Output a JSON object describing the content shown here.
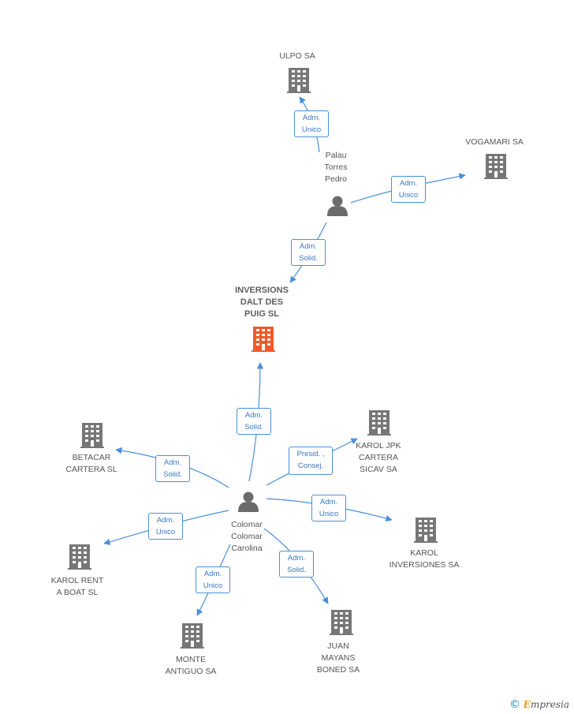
{
  "colors": {
    "edge": "#4a90d9",
    "building": "#777777",
    "focus_building": "#f05a28",
    "person": "#6b6b6b"
  },
  "nodes": {
    "ulpo": {
      "label": "ULPO SA",
      "type": "company"
    },
    "vogamari": {
      "label": "VOGAMARI SA",
      "type": "company"
    },
    "palau": {
      "label": "Palau\nTorres\nPedro",
      "type": "person"
    },
    "inversions": {
      "label": "INVERSIONS\nDALT DES\nPUIG SL",
      "type": "focus-company"
    },
    "betacar": {
      "label": "BETACAR\nCARTERA SL",
      "type": "company"
    },
    "karol_jpk": {
      "label": "KAROL JPK\nCARTERA\nSICAV SA",
      "type": "company"
    },
    "colomar": {
      "label": "Colomar\nColomar\nCarolina",
      "type": "person"
    },
    "karol_inv": {
      "label": "KAROL\nINVERSIONES SA",
      "type": "company"
    },
    "karol_rent": {
      "label": "KAROL RENT\nA BOAT SL",
      "type": "company"
    },
    "monte": {
      "label": "MONTE\nANTIGUO SA",
      "type": "company"
    },
    "juan": {
      "label": "JUAN\nMAYANS\nBONED SA",
      "type": "company"
    }
  },
  "edges": {
    "palau_ulpo": {
      "label": "Adm.\nUnico"
    },
    "palau_vogamari": {
      "label": "Adm.\nUnico"
    },
    "palau_inversions": {
      "label": "Adm.\nSolid."
    },
    "colomar_inversions": {
      "label": "Adm.\nSolid."
    },
    "colomar_betacar": {
      "label": "Adm.\nSolid."
    },
    "colomar_karol_jpk": {
      "label": "Presid. ,\nConsej."
    },
    "colomar_karol_inv": {
      "label": "Adm.\nUnico"
    },
    "colomar_karol_rent": {
      "label": "Adm.\nUnico"
    },
    "colomar_monte": {
      "label": "Adm.\nUnico"
    },
    "colomar_juan": {
      "label": "Adm.\nSolid."
    }
  },
  "watermark": {
    "symbol": "©",
    "brand_initial": "E",
    "brand_rest": "mpresia"
  }
}
